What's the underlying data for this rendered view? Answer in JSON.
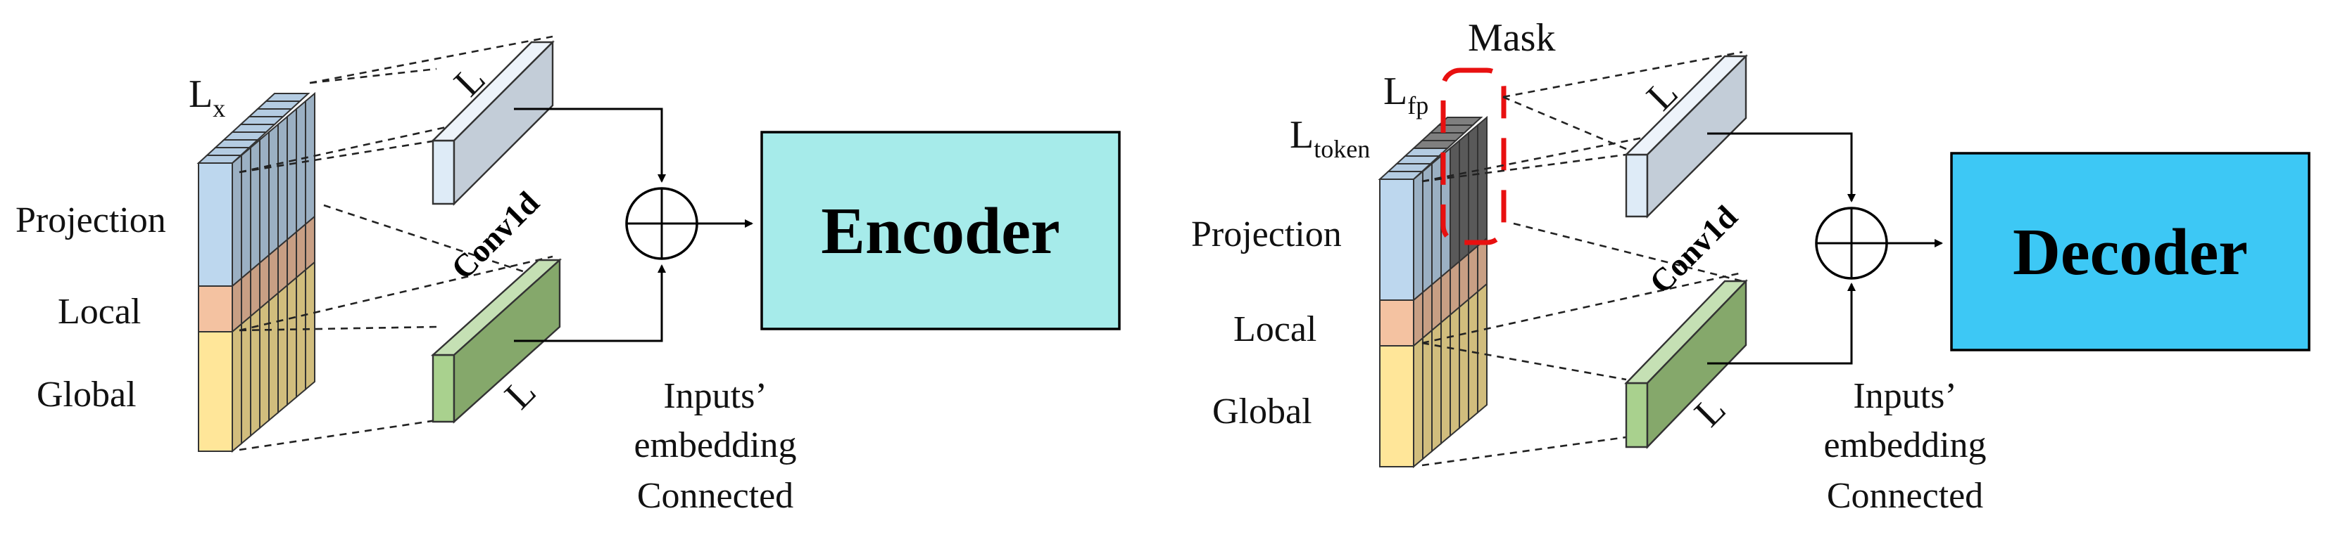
{
  "left_panel": {
    "dim_label": "L",
    "dim_sub": "x",
    "rows": [
      "Projection",
      "Local",
      "Global"
    ],
    "conv_label": "Conv1d",
    "kernel_label_top": "L",
    "kernel_label_bottom": "L",
    "caption": [
      "Inputs’",
      "embedding",
      "Connected"
    ],
    "block_label": "Encoder"
  },
  "right_panel": {
    "mask_label": "Mask",
    "fp_label": "L",
    "fp_sub": "fp",
    "token_label": "L",
    "token_sub": "token",
    "rows": [
      "Projection",
      "Local",
      "Global"
    ],
    "conv_label": "Conv1d",
    "kernel_label_top": "L",
    "kernel_label_bottom": "L",
    "caption": [
      "Inputs’",
      "embedding",
      "Connected"
    ],
    "block_label": "Decoder"
  },
  "colors": {
    "projection": "#BDD7EE",
    "local": "#F4C2A1",
    "global": "#FFE699",
    "masked": "#595959",
    "mask_outline": "#E81010",
    "kernel_top": "#DEEBF7",
    "kernel_bottom": "#A9D18E",
    "encoder_fill": "#A6EBEA",
    "decoder_fill": "#3DC8F5"
  }
}
